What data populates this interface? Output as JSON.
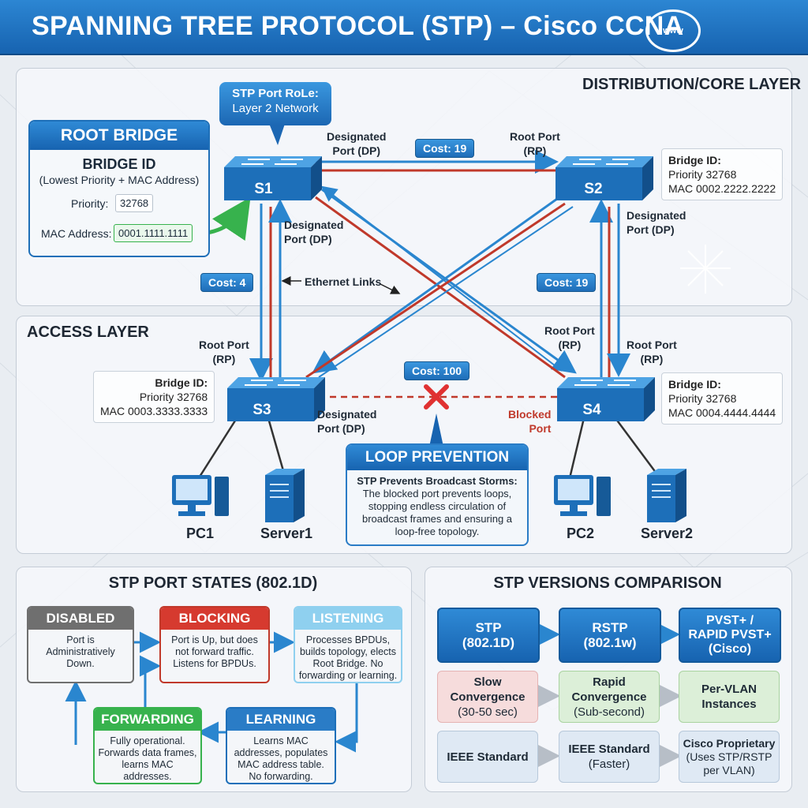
{
  "header": {
    "title": "SPANNING TREE PROTOCOL (STP) – Cisco CCNA",
    "badge": "www"
  },
  "layers": {
    "distribution": "DISTRIBUTION/CORE LAYER",
    "access": "ACCESS LAYER"
  },
  "callout_role": {
    "line1": "STP Port RoLe:",
    "line2": "Layer 2 Network"
  },
  "root_bridge": {
    "title": "ROOT BRIDGE",
    "subtitle": "BRIDGE ID",
    "subnote": "(Lowest Priority + MAC Address)",
    "priority_label": "Priority:",
    "priority_value": "32768",
    "mac_label": "MAC Address:",
    "mac_value": "0001.1111.1111"
  },
  "switches": {
    "s1": "S1",
    "s2": "S2",
    "s3": "S3",
    "s4": "S4"
  },
  "bridge_ids": {
    "s2": {
      "label": "Bridge ID:",
      "priority": "Priority 32768",
      "mac": "MAC 0002.2222.2222"
    },
    "s3": {
      "label": "Bridge ID:",
      "priority": "Priority 32768",
      "mac": "MAC 0003.3333.3333"
    },
    "s4": {
      "label": "Bridge ID:",
      "priority": "Priority 32768",
      "mac": "MAC 0004.4444.4444"
    }
  },
  "port_labels": {
    "s1_dp_top": [
      "Designated",
      "Port (DP)"
    ],
    "s2_rp_top": [
      "Root Port",
      "(RP)"
    ],
    "s1_dp_mid": [
      "Designated",
      "Port (DP)"
    ],
    "s2_dp_mid": [
      "Designated",
      "Port (DP)"
    ],
    "s3_rp": [
      "Root Port",
      "(RP)"
    ],
    "s4_rp_left": [
      "Root Port",
      "(RP)"
    ],
    "s4_rp_right": [
      "Root Port",
      "(RP)"
    ],
    "s3_dp": [
      "Designated",
      "Port (DP)"
    ],
    "s4_blocked": [
      "Blocked",
      "Port"
    ]
  },
  "costs": {
    "s1_s2": "Cost: 19",
    "s1_s3": "Cost: 4",
    "s2_s4": "Cost: 19",
    "s3_s4": "Cost: 100"
  },
  "ethernet_links": "Ethernet Links",
  "loop_prevention": {
    "title": "LOOP PREVENTION",
    "bold": "STP Prevents Broadcast Storms:",
    "text": "The blocked port prevents loops, stopping endless circulation of broadcast frames and ensuring a loop-free topology."
  },
  "devices": {
    "pc1": "PC1",
    "server1": "Server1",
    "pc2": "PC2",
    "server2": "Server2"
  },
  "port_states": {
    "title": "STP PORT STATES (802.1D)",
    "disabled": {
      "name": "DISABLED",
      "desc": "Port is Administratively Down."
    },
    "blocking": {
      "name": "BLOCKING",
      "desc": "Port is Up, but does not forward traffic. Listens for BPDUs."
    },
    "listening": {
      "name": "LISTENING",
      "desc": "Processes BPDUs, builds topology, elects Root Bridge. No forwarding or learning."
    },
    "forwarding": {
      "name": "FORWARDING",
      "desc": "Fully operational. Forwards data frames, learns MAC addresses."
    },
    "learning": {
      "name": "LEARNING",
      "desc": "Learns MAC addresses, populates MAC address table. No forwarding."
    }
  },
  "versions": {
    "title": "STP VERSIONS COMPARISON",
    "heads": [
      [
        "STP",
        "(802.1D)"
      ],
      [
        "RSTP",
        "(802.1w)"
      ],
      [
        "PVST+ /",
        "RAPID PVST+",
        "(Cisco)"
      ]
    ],
    "speed": [
      {
        "lines": [
          "Slow",
          "Convergence"
        ],
        "sub": "(30-50 sec)"
      },
      {
        "lines": [
          "Rapid",
          "Convergence"
        ],
        "sub": "(Sub-second)"
      },
      {
        "lines": [
          "Per-VLAN",
          "Instances"
        ],
        "sub": ""
      }
    ],
    "std": [
      {
        "lines": [
          "IEEE Standard"
        ],
        "sub": ""
      },
      {
        "lines": [
          "IEEE Standard"
        ],
        "sub": "(Faster)"
      },
      {
        "lines": [
          "Cisco Proprietary"
        ],
        "sub": "(Uses STP/RSTP per VLAN)"
      }
    ]
  },
  "colors": {
    "blue": "#2a86cf",
    "red": "#c0392b",
    "green": "#37b24d",
    "gray": "#666666",
    "lightblue": "#8fd0ef"
  }
}
